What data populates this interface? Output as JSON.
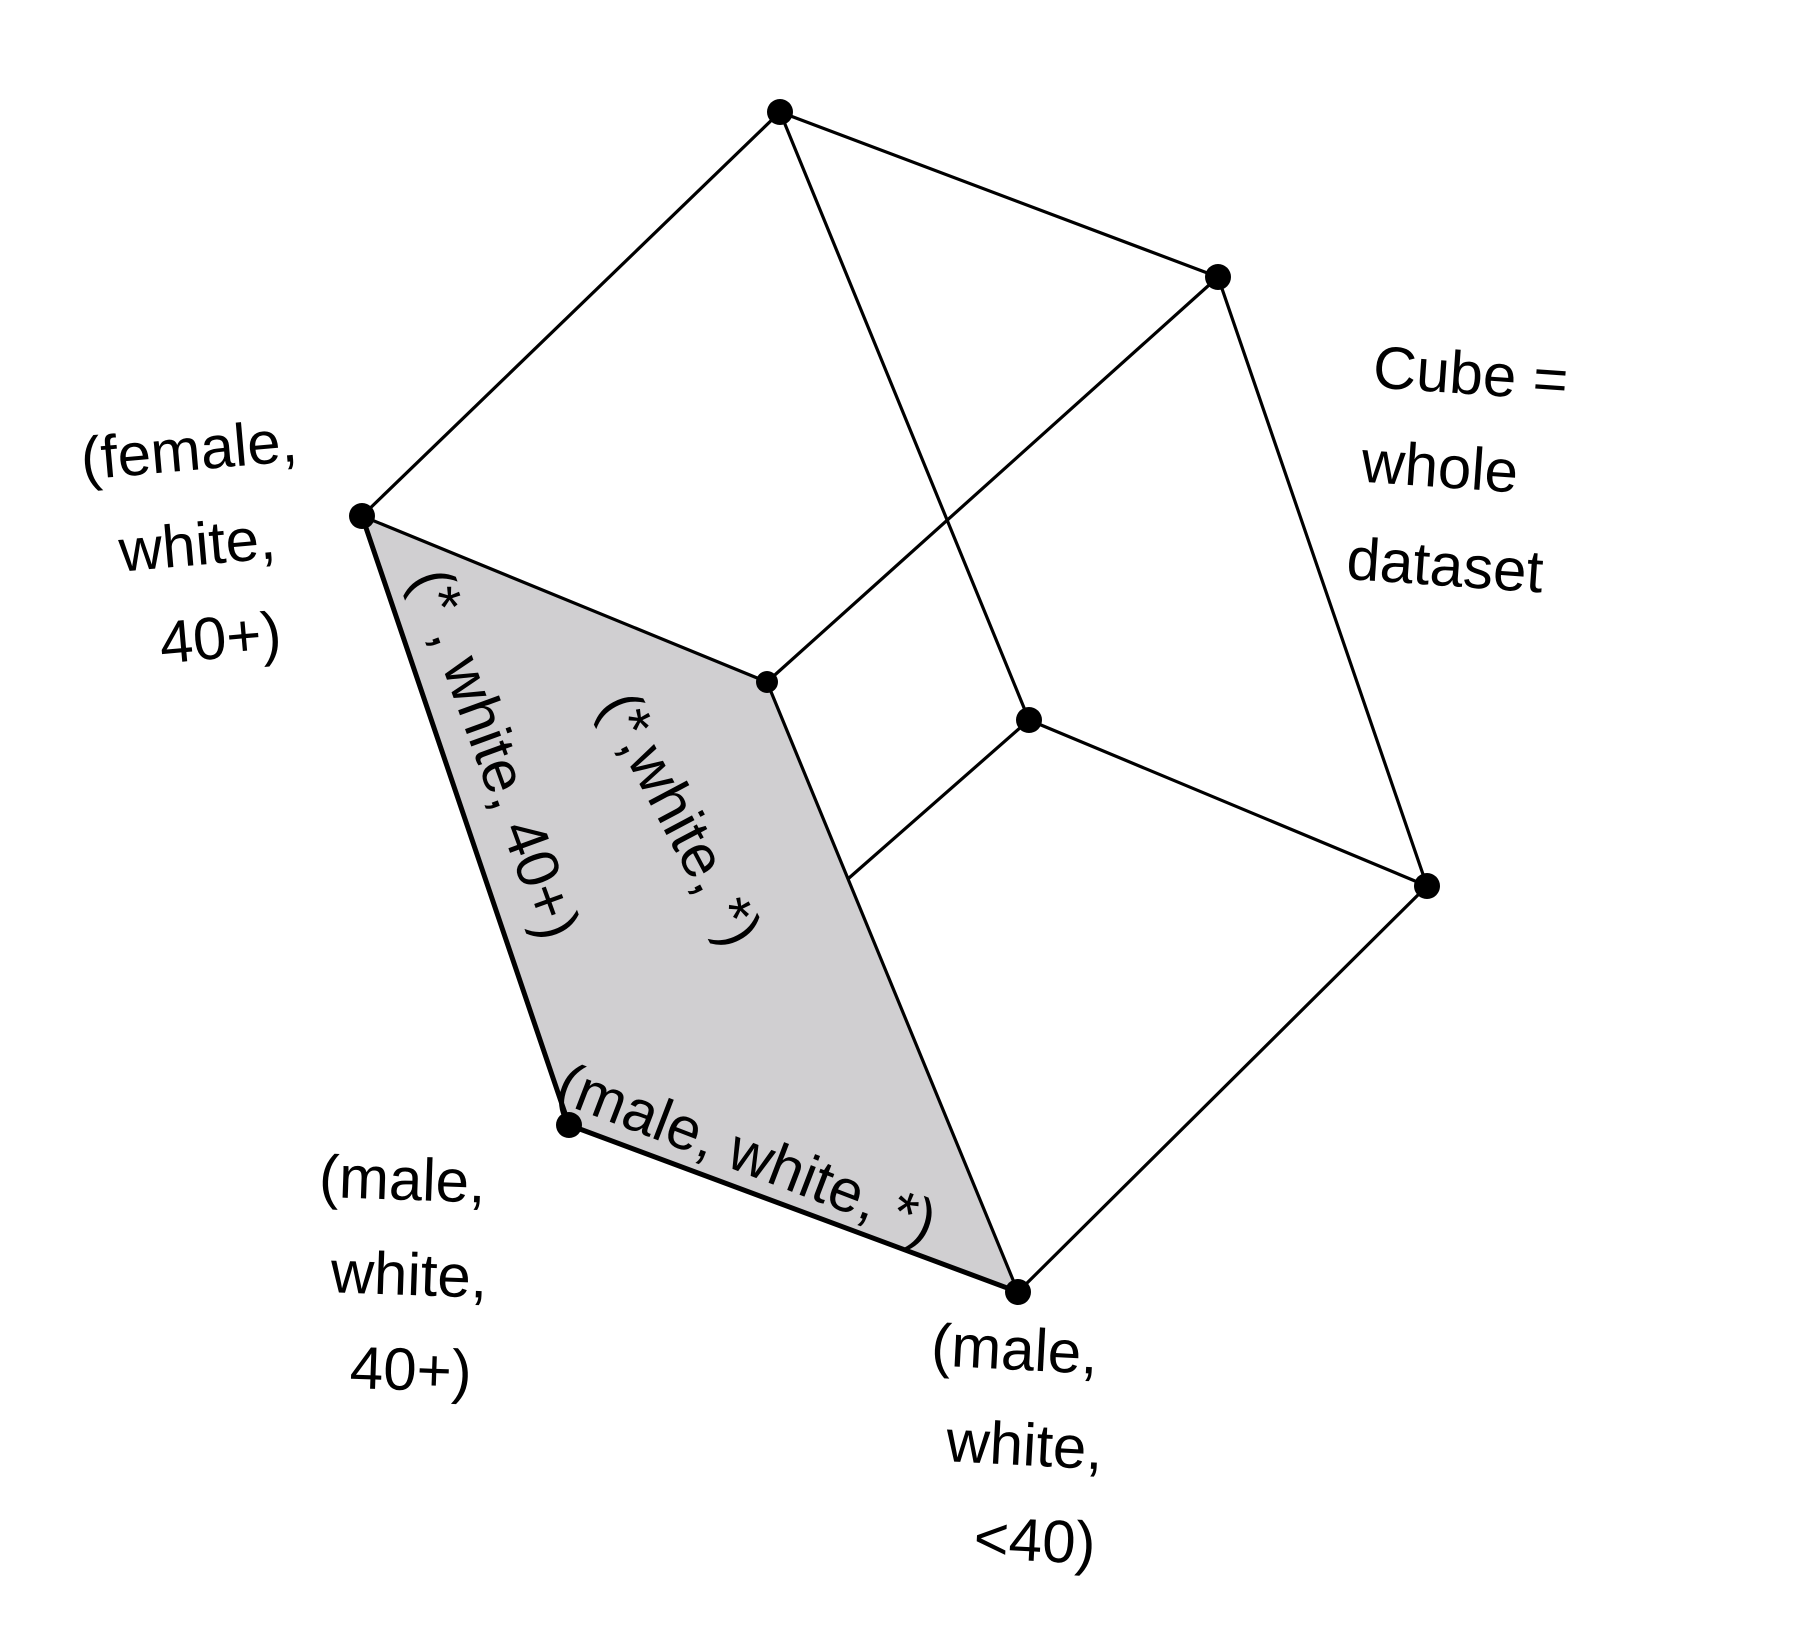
{
  "labels": {
    "female_white_40plus": [
      "(female,",
      "white,",
      "40+)"
    ],
    "male_white_40plus": [
      "(male,",
      "white,",
      "40+)"
    ],
    "male_white_under40": [
      "(male,",
      "white,",
      "<40)"
    ],
    "cube_note": [
      "Cube =",
      "whole",
      "dataset"
    ],
    "edge_any_white_40plus": "(* , white, 40+)",
    "face_any_white_any": "(*,white, *)",
    "edge_male_white_any": "(male, white, *)"
  },
  "colors": {
    "face_fill": "#d0cfd1",
    "line": "#000000",
    "background": "#ffffff"
  }
}
